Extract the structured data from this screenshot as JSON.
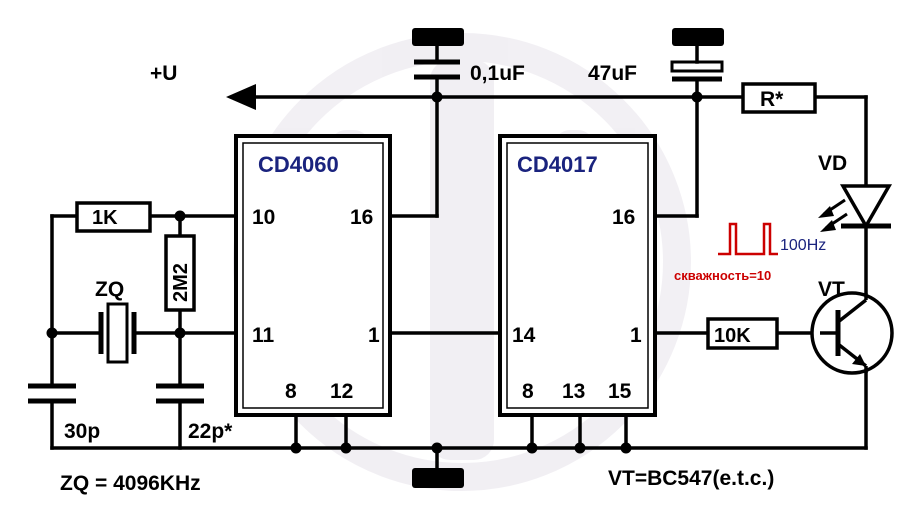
{
  "labels": {
    "supply": "+U",
    "c_decouple": "0,1uF",
    "c_bulk": "47uF",
    "r_led": "R*",
    "led": "VD",
    "transistor": "VT",
    "r_bias": "1K",
    "r_feedback": "2M2",
    "crystal": "ZQ",
    "c1": "30p",
    "c2": "22p*",
    "r_base": "10K",
    "freq": "100Hz",
    "duty": "скважность=10",
    "crystal_note": "ZQ = 4096KHz",
    "transistor_note": "VT=BC547(e.t.c.)"
  },
  "chips": {
    "u1": {
      "name": "CD4060",
      "pins": {
        "p10": "10",
        "p11": "11",
        "p16": "16",
        "p1": "1",
        "p8": "8",
        "p12": "12"
      }
    },
    "u2": {
      "name": "CD4017",
      "pins": {
        "p16": "16",
        "p14": "14",
        "p1": "1",
        "p8": "8",
        "p13": "13",
        "p15": "15"
      }
    }
  },
  "colors": {
    "chip_label": "#1a237e",
    "signal": "#cc0000",
    "freq_label": "#1a237e"
  }
}
